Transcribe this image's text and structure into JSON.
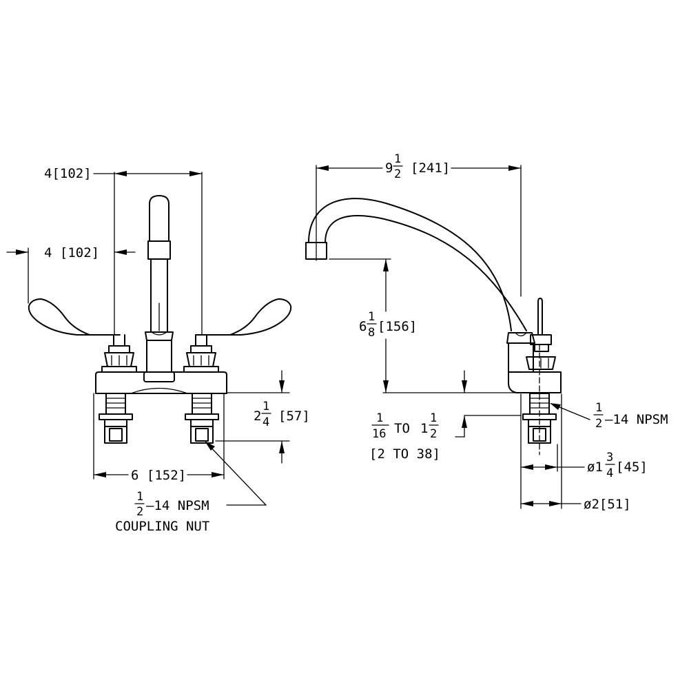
{
  "front_view": {
    "top_spacing": "4[102]",
    "handle_reach": "4 [102]",
    "deck_height_int": "2",
    "deck_height_num": "1",
    "deck_height_den": "4",
    "deck_height_mm": "[57]",
    "shank_spacing": "6 [152]",
    "coupling_num": "1",
    "coupling_den": "2",
    "coupling_thread": "–14 NPSM",
    "coupling_label": "COUPLING NUT"
  },
  "side_view": {
    "spout_reach_int": "9",
    "spout_reach_num": "1",
    "spout_reach_den": "2",
    "spout_reach_mm": "[241]",
    "spout_height_int": "6",
    "spout_height_num": "1",
    "spout_height_den": "8",
    "spout_height_mm": "[156]",
    "deck_thk_num1": "1",
    "deck_thk_den1": "16",
    "deck_thk_to": "TO",
    "deck_thk_int2": "1",
    "deck_thk_num2": "1",
    "deck_thk_den2": "2",
    "deck_thk_mm": "[2 TO 38]",
    "shank_num": "1",
    "shank_den": "2",
    "shank_thread": "–14 NPSM",
    "dia1_prefix": "ø1",
    "dia1_num": "3",
    "dia1_den": "4",
    "dia1_mm": "[45]",
    "dia2": "ø2[51]"
  }
}
